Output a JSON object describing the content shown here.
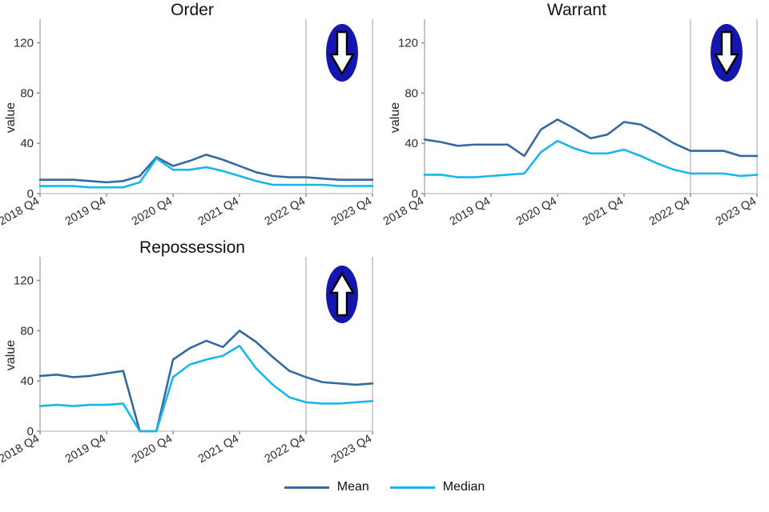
{
  "figure": {
    "background": "#ffffff",
    "y_axis_label": "value",
    "yticks": [
      0,
      40,
      80,
      120
    ],
    "ylim": [
      0,
      135
    ],
    "xticks": [
      "2018 Q4",
      "2019 Q4",
      "2020 Q4",
      "2021 Q4",
      "2022 Q4",
      "2023 Q4"
    ],
    "forecast_divider_label": "2022 Q4",
    "colors": {
      "mean": "#35699F",
      "median": "#17B6ED",
      "axis": "#bdbdbd",
      "text": "#2b2b2b",
      "badge_fill": "#1515B0",
      "badge_arrow": "#ffffff",
      "badge_arrow_outline": "#000000"
    }
  },
  "legend": {
    "position": "bottom-center",
    "entries": [
      {
        "label": "Mean",
        "color": "#35699F",
        "icon": "line-swatch"
      },
      {
        "label": "Median",
        "color": "#17B6ED",
        "icon": "line-swatch"
      }
    ]
  },
  "chart_data": {
    "type": "line",
    "title": "",
    "xlabel": "",
    "ylabel": "value",
    "ylim": [
      0,
      135
    ],
    "grid": false,
    "x": [
      "2018 Q4",
      "2019 Q1",
      "2019 Q2",
      "2019 Q3",
      "2019 Q4",
      "2020 Q1",
      "2020 Q2",
      "2020 Q3",
      "2020 Q4",
      "2021 Q1",
      "2021 Q2",
      "2021 Q3",
      "2021 Q4",
      "2022 Q1",
      "2022 Q2",
      "2022 Q3",
      "2022 Q4",
      "2023 Q1",
      "2023 Q2",
      "2023 Q3",
      "2023 Q4"
    ],
    "tick_labels": [
      "2018 Q4",
      "2019 Q4",
      "2020 Q4",
      "2021 Q4",
      "2022 Q4",
      "2023 Q4"
    ],
    "annotations": [
      {
        "panel": "Order",
        "icon": "down-arrow-badge",
        "meaning": "decreasing"
      },
      {
        "panel": "Warrant",
        "icon": "down-arrow-badge",
        "meaning": "decreasing"
      },
      {
        "panel": "Repossession",
        "icon": "up-arrow-badge",
        "meaning": "increasing"
      }
    ],
    "panels": [
      {
        "name": "Order",
        "title": "Order",
        "series": [
          {
            "name": "Mean",
            "color": "#35699F",
            "values": [
              11,
              11,
              11,
              10,
              9,
              10,
              14,
              29,
              22,
              26,
              31,
              27,
              22,
              17,
              14,
              13,
              13,
              12,
              11,
              11,
              11
            ]
          },
          {
            "name": "Median",
            "color": "#17B6ED",
            "values": [
              6,
              6,
              6,
              5,
              5,
              5,
              9,
              28,
              19,
              19,
              21,
              18,
              14,
              10,
              7,
              7,
              7,
              7,
              6,
              6,
              6
            ]
          }
        ]
      },
      {
        "name": "Warrant",
        "title": "Warrant",
        "series": [
          {
            "name": "Mean",
            "color": "#35699F",
            "values": [
              43,
              41,
              38,
              39,
              39,
              39,
              30,
              51,
              59,
              52,
              44,
              47,
              57,
              55,
              48,
              40,
              34,
              34,
              34,
              30,
              30
            ]
          },
          {
            "name": "Median",
            "color": "#17B6ED",
            "values": [
              15,
              15,
              13,
              13,
              14,
              15,
              16,
              33,
              42,
              36,
              32,
              32,
              35,
              30,
              24,
              19,
              16,
              16,
              16,
              14,
              15
            ]
          }
        ]
      },
      {
        "name": "Repossession",
        "title": "Repossession",
        "series": [
          {
            "name": "Mean",
            "color": "#35699F",
            "values": [
              44,
              45,
              43,
              44,
              46,
              48,
              0,
              0,
              57,
              66,
              72,
              67,
              80,
              71,
              59,
              48,
              43,
              39,
              38,
              37,
              38
            ]
          },
          {
            "name": "Median",
            "color": "#17B6ED",
            "values": [
              20,
              21,
              20,
              21,
              21,
              22,
              0,
              0,
              43,
              53,
              57,
              60,
              68,
              50,
              37,
              27,
              23,
              22,
              22,
              23,
              24
            ]
          }
        ]
      }
    ]
  }
}
